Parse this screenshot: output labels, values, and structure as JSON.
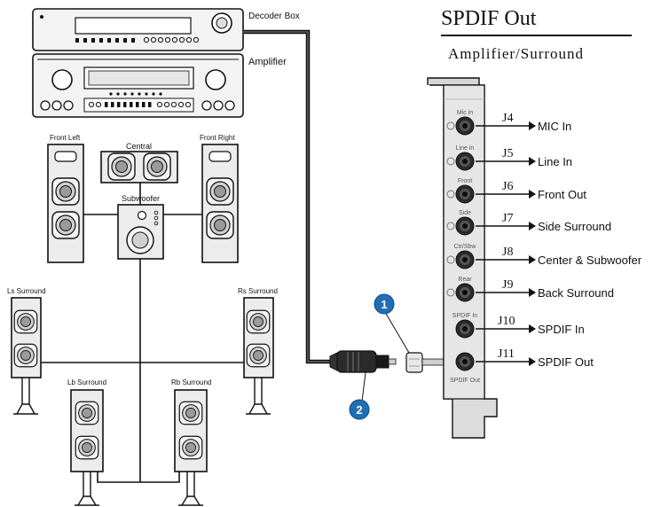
{
  "title": "SPDIF Out",
  "subtitle": "Amplifier/Surround",
  "devices": {
    "decoder_box": "Decoder Box",
    "amplifier": "Amplifier"
  },
  "speakers": {
    "front_left": "Front Left",
    "central": "Central",
    "front_right": "Front Right",
    "subwoofer": "Subwoofer",
    "ls_surround": "Ls Surround",
    "rs_surround": "Rs Surround",
    "lb_surround": "Lb Surround",
    "rb_surround": "Rb Surround"
  },
  "callouts": {
    "c1": "1",
    "c2": "2"
  },
  "jacks": [
    {
      "id": "J4",
      "port": "Mic in",
      "label": "MIC In"
    },
    {
      "id": "J5",
      "port": "Line in",
      "label": "Line In"
    },
    {
      "id": "J6",
      "port": "Front",
      "label": "Front Out"
    },
    {
      "id": "J7",
      "port": "Side",
      "label": "Side Surround"
    },
    {
      "id": "J8",
      "port": "Ctr/Sbw",
      "label": "Center & Subwoofer"
    },
    {
      "id": "J9",
      "port": "Rear",
      "label": "Back Surround"
    },
    {
      "id": "J10",
      "port": "SPDIF In",
      "label": "SPDIF In"
    },
    {
      "id": "J11",
      "port": "SPDIF Out",
      "label": "SPDIF Out"
    }
  ],
  "colors": {
    "line": "#111111",
    "callout": "#1f6fb4",
    "panel": "#e2e2e2",
    "speaker": "#ececec"
  }
}
